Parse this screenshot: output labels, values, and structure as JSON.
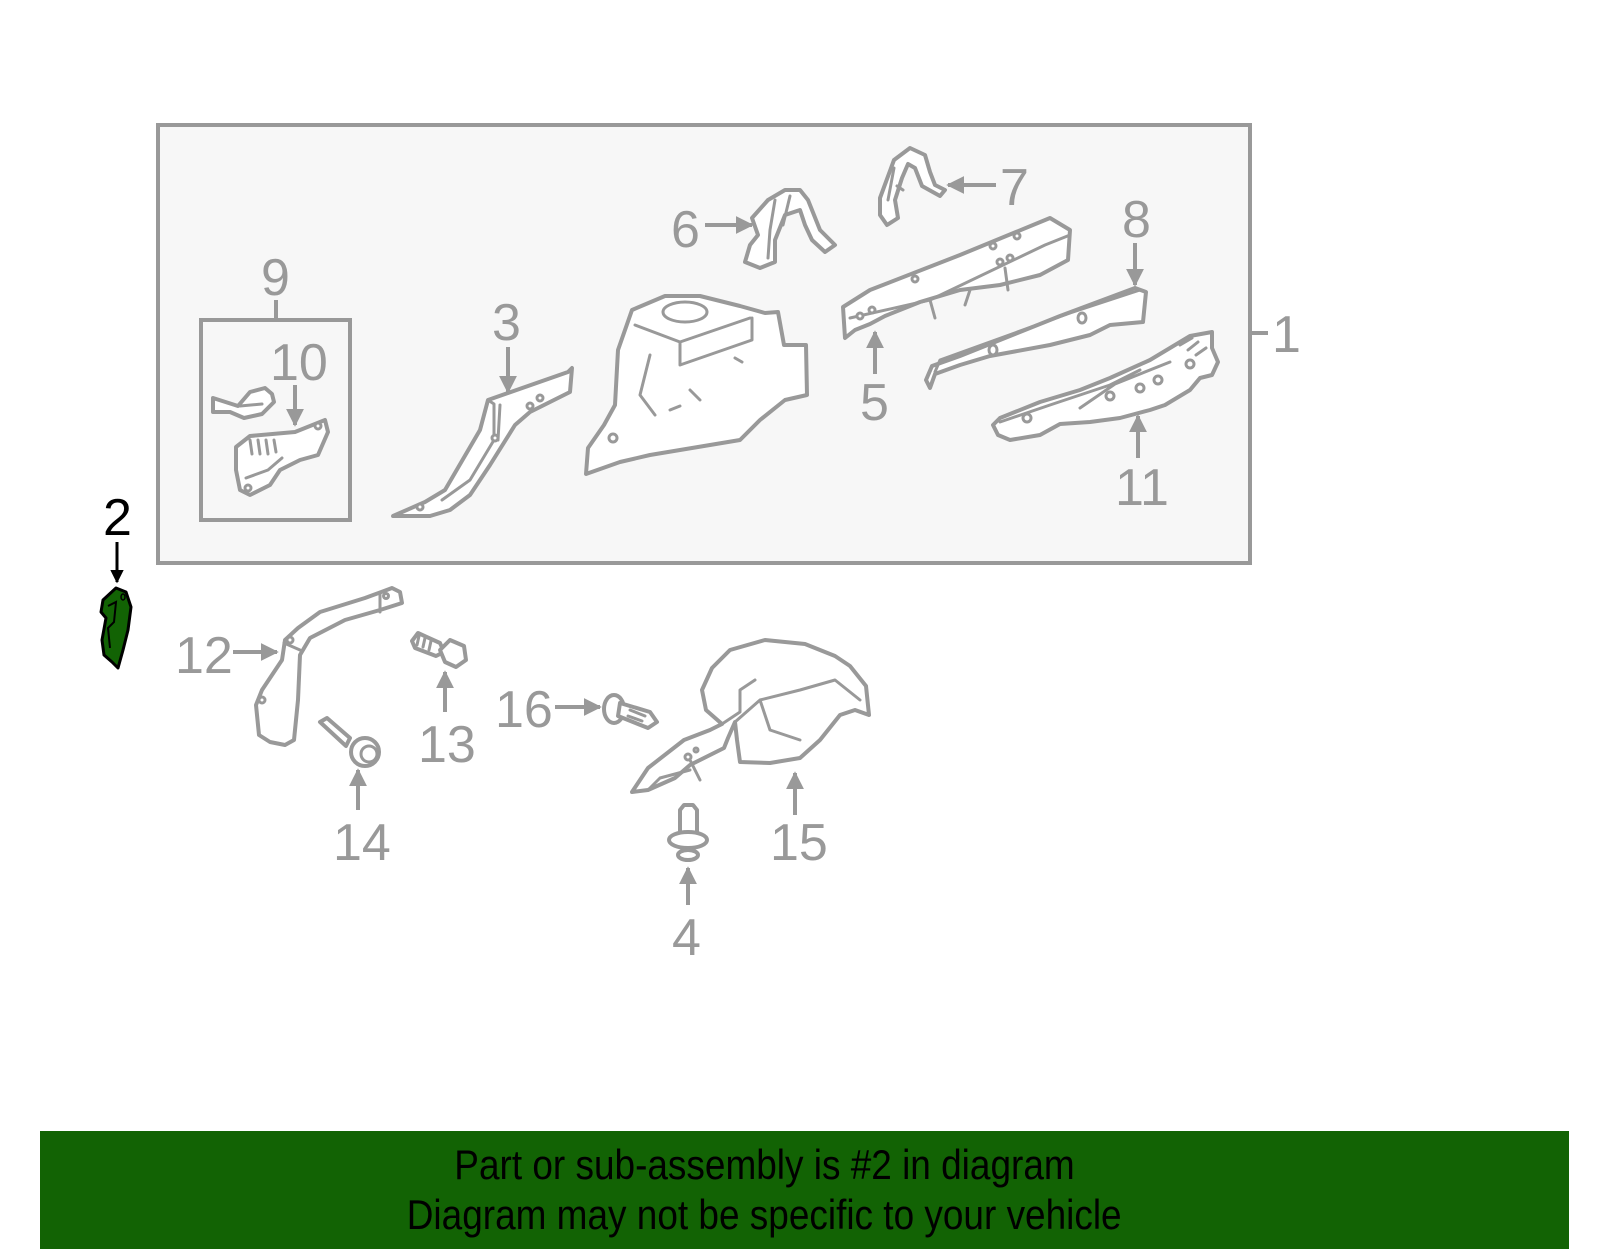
{
  "diagram": {
    "assembly_box": {
      "fill": "#f7f7f7",
      "stroke": "#999999"
    },
    "sub_box_label": "9",
    "callouts": {
      "c1": "1",
      "c2": "2",
      "c3": "3",
      "c4": "4",
      "c5": "5",
      "c6": "6",
      "c7": "7",
      "c8": "8",
      "c9": "9",
      "c10": "10",
      "c11": "11",
      "c12": "12",
      "c13": "13",
      "c14": "14",
      "c15": "15",
      "c16": "16"
    },
    "highlighted_part": "2",
    "highlight_color": "#126304",
    "line_color": "#999999"
  },
  "banner": {
    "background": "#126304",
    "line1": "Part or sub-assembly is #2 in diagram",
    "line2": "Diagram may not be specific to your vehicle"
  }
}
